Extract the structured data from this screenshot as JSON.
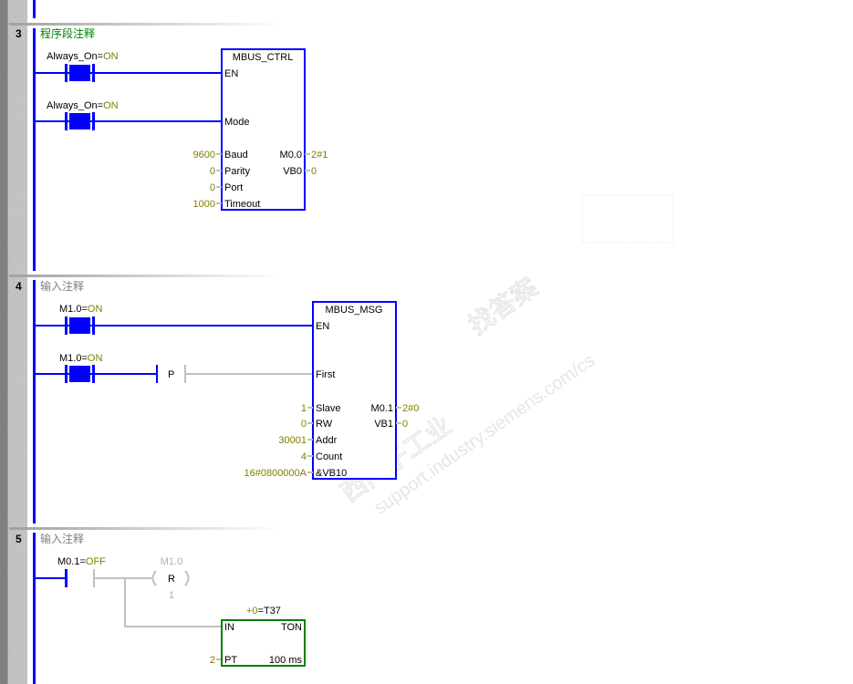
{
  "colors": {
    "rail": "#0000ff",
    "value": "#808000",
    "inactive": "#c0c0c0",
    "timer_box": "#008000"
  },
  "watermark": {
    "text1": "西门子工业",
    "text2": "support.industry.siemens.com/cs",
    "text3": "找答案"
  },
  "networks": [
    {
      "number": "3",
      "comment": "程序段注释",
      "contacts": [
        {
          "name": "Always_On=",
          "state": "ON"
        },
        {
          "name": "Always_On=",
          "state": "ON"
        }
      ],
      "block": {
        "title": "MBUS_CTRL",
        "inputs": [
          "EN",
          "Mode",
          "Baud",
          "Parity",
          "Port",
          "Timeout"
        ],
        "input_values": {
          "Baud": "9600",
          "Parity": "0",
          "Port": "0",
          "Timeout": "1000"
        },
        "outputs": [
          {
            "name": "M0.0",
            "value": "2#1"
          },
          {
            "name": "VB0",
            "value": "0"
          }
        ]
      }
    },
    {
      "number": "4",
      "comment": "输入注释",
      "contacts": [
        {
          "name": "M1.0=",
          "state": "ON"
        },
        {
          "name": "M1.0=",
          "state": "ON"
        }
      ],
      "edge": "P",
      "block": {
        "title": "MBUS_MSG",
        "inputs": [
          "EN",
          "First",
          "Slave",
          "RW",
          "Addr",
          "Count",
          "&VB10"
        ],
        "input_values": {
          "Slave": "1",
          "RW": "0",
          "Addr": "30001",
          "Count": "4",
          "DataPtr": "16#0800000A"
        },
        "outputs": [
          {
            "name": "M0.1",
            "value": "2#0"
          },
          {
            "name": "VB1",
            "value": "0"
          }
        ]
      }
    },
    {
      "number": "5",
      "comment": "输入注释",
      "contacts": [
        {
          "name": "M0.1=",
          "state": "OFF"
        }
      ],
      "coil": {
        "operand": "M1.0",
        "type": "R",
        "count": "1"
      },
      "timer": {
        "value": "+0",
        "name": "=T37",
        "type": "TON",
        "in": "IN",
        "pt": "PT",
        "pt_value": "2",
        "base": "100 ms"
      }
    }
  ]
}
